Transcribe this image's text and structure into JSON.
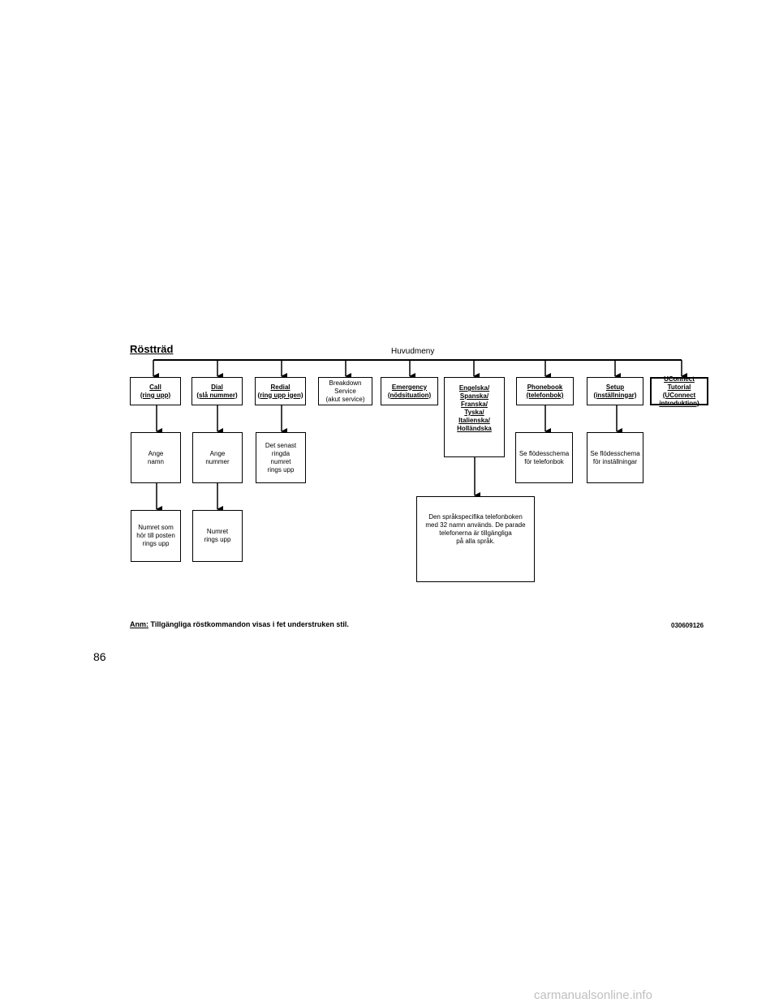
{
  "page": {
    "number": "86",
    "watermark": "carmanualsonline.info"
  },
  "diagram": {
    "title": "Röstträd",
    "main_menu": "Huvudmeny",
    "note_prefix": "Anm:",
    "note_text": "Tillgängliga röstkommandon visas i fet understruken stil.",
    "figure_code": "030609126",
    "menu_items": [
      {
        "cmd": "Call",
        "sub": "(ring upp)"
      },
      {
        "cmd": "Dial",
        "sub": "(slå nummer)"
      },
      {
        "cmd": "Redial",
        "sub": "(ring upp igen)"
      },
      {
        "lines": [
          "Breakdown",
          "Service",
          "(akut service)"
        ]
      },
      {
        "cmd": "Emergency",
        "sub": "(nödsituation)"
      },
      {
        "lines": [
          "Engelska/",
          "Spanska/",
          "Franska/",
          "Tyska/",
          "Italienska/",
          "Holländska"
        ]
      },
      {
        "cmd": "Phonebook",
        "sub": "(telefonbok)"
      },
      {
        "cmd": "Setup",
        "sub": "(inställningar)"
      },
      {
        "lines": [
          "UConnect Tutorial",
          "(UConnect",
          "introduktion)"
        ]
      }
    ],
    "level2": {
      "call": [
        "Ange",
        "namn"
      ],
      "dial": [
        "Ange",
        "nummer"
      ],
      "redial": [
        "Det senast",
        "ringda",
        "numret",
        "rings upp"
      ],
      "phonebook": [
        "Se flödesschema",
        "för telefonbok"
      ],
      "setup": [
        "Se flödesschema",
        "för inställningar"
      ]
    },
    "level3": {
      "call": [
        "Numret som",
        "hör till posten",
        "rings upp"
      ],
      "dial": [
        "Numret",
        "rings upp"
      ],
      "language": [
        "Den språkspecifika telefonboken",
        "med 32 namn används. De parade",
        "telefonerna är tillgängliga",
        "på alla språk."
      ]
    }
  }
}
